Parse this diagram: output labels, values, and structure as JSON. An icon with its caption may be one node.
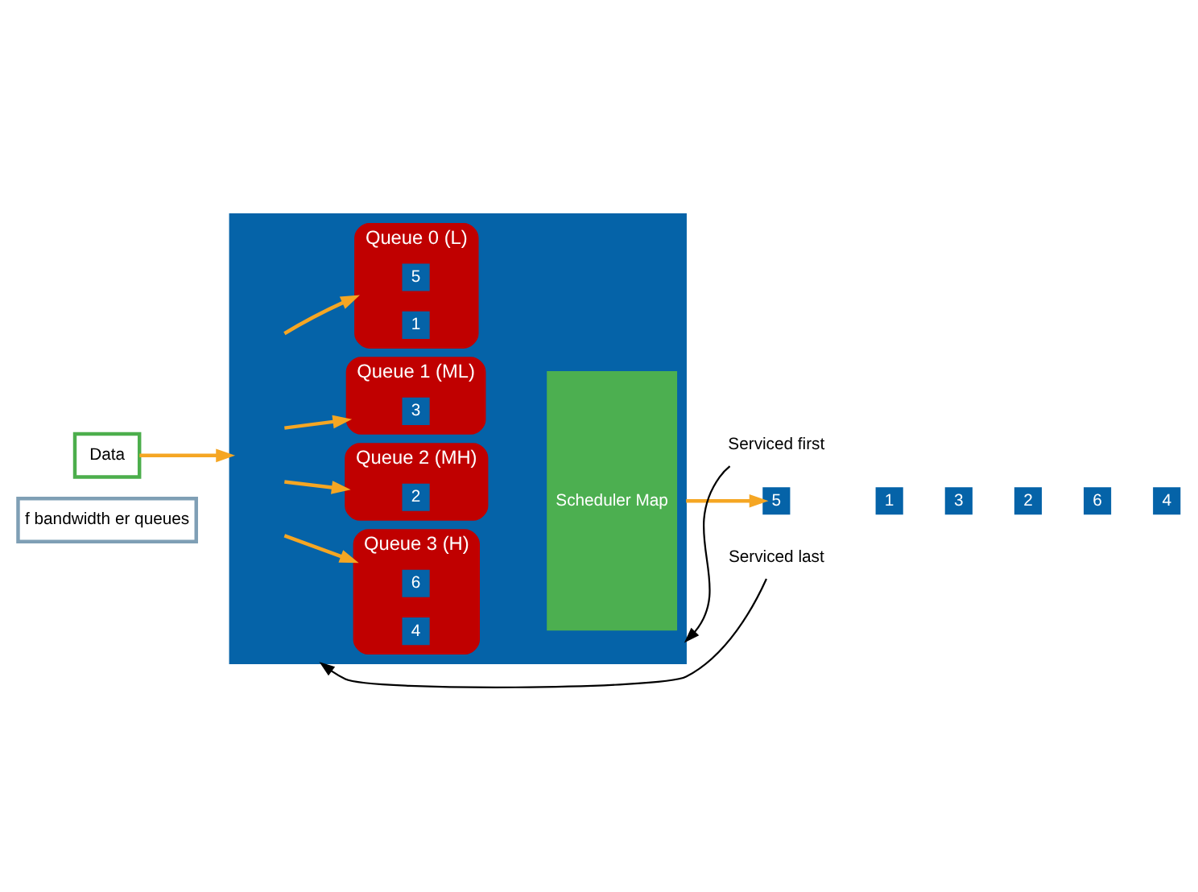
{
  "diagram": {
    "nodes": [
      {
        "text": [
          "Data"
        ]
      },
      {
        "text": [],
        "shape": "box"
      },
      {
        "text": [
          "Queue 3 (H)"
        ],
        "in": 1
      },
      {
        "text": [
          "6"
        ],
        "in": 2
      },
      {
        "text": [
          "4"
        ],
        "in": 2
      },
      {
        "text": [
          "Queue 2 (MH)"
        ],
        "in": 1
      },
      {
        "text": [
          "2"
        ],
        "in": 5
      },
      {
        "text": [
          "Queue 1 (ML)"
        ],
        "in": 1
      },
      {
        "text": [
          "3"
        ],
        "in": 7
      },
      {
        "text": [
          "Queue 0 (L)"
        ],
        "in": 1
      },
      {
        "text": [
          "5"
        ],
        "in": 9
      },
      {
        "text": [
          "1"
        ],
        "in": 9
      },
      {
        "text": [
          "Scheduler Map"
        ],
        "in": 1
      },
      {
        "text": [
          "Serviced first"
        ]
      },
      {
        "text": [
          "5"
        ]
      },
      {
        "text": [
          "1"
        ]
      },
      {
        "text": [
          "3"
        ]
      },
      {
        "text": [
          "2"
        ]
      },
      {
        "text": [
          "6"
        ]
      },
      {
        "text": [
          "4"
        ]
      },
      {
        "text": [
          "Serviced last"
        ]
      },
      {
        "text": [
          "f bandwidth er queues"
        ]
      }
    ],
    "edges": [
      {
        "from": 0,
        "to": 1,
        "arrow": "to"
      },
      {
        "from": null,
        "to": 2,
        "arrow": "to"
      },
      {
        "from": null,
        "to": 5,
        "arrow": "to"
      },
      {
        "from": null,
        "to": 7,
        "arrow": "to"
      },
      {
        "from": null,
        "to": 9,
        "arrow": "to"
      },
      {
        "from": 1,
        "to": 14,
        "arrow": "to"
      },
      {
        "from": 13,
        "to": 1,
        "arrow": "to",
        "color": "#000000"
      },
      {
        "from": 20,
        "to": 1,
        "arrow": "to",
        "color": "#000000"
      }
    ]
  }
}
